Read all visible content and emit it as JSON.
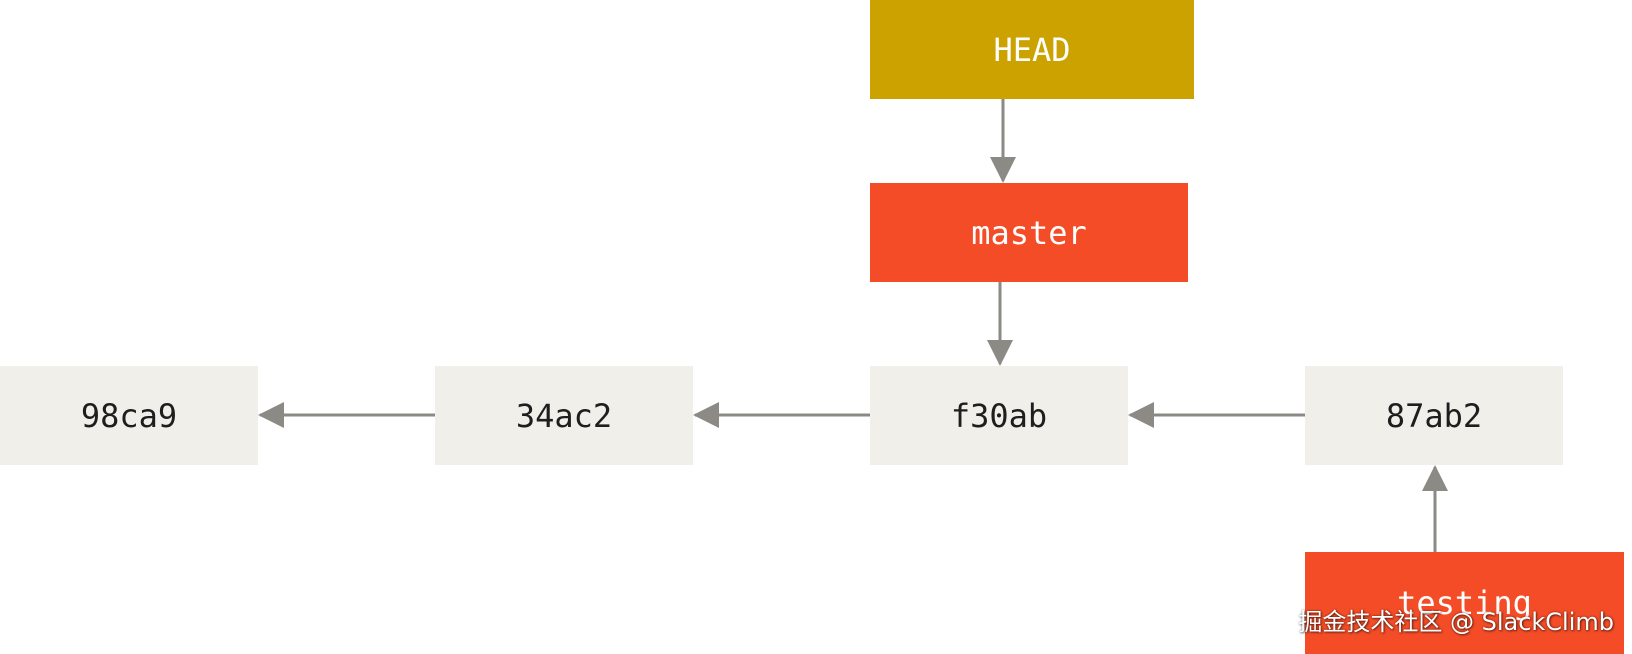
{
  "colors": {
    "commit_bg": "#f0efe9",
    "commit_fg": "#1e1e1e",
    "branch_bg": "#f44c27",
    "head_bg": "#cca200",
    "arrow": "#8c8a84"
  },
  "diagram": {
    "head": {
      "label": "HEAD"
    },
    "branches": {
      "master": {
        "label": "master"
      },
      "testing": {
        "label": "testing"
      }
    },
    "commits": [
      {
        "id": "98ca9"
      },
      {
        "id": "34ac2"
      },
      {
        "id": "f30ab"
      },
      {
        "id": "87ab2"
      }
    ]
  },
  "watermark": {
    "text": "掘金技术社区 @ SlackClimb"
  }
}
